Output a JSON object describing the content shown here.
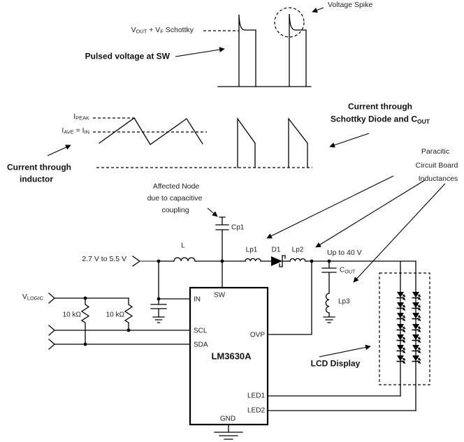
{
  "colors": {
    "ink": "#000000",
    "gray_wire": "#8c8c8c",
    "background": "#ffffff"
  },
  "icons": {
    "arrowhead-icon": "filled triangle ➤",
    "ground-icon": "three shrinking bars ⏚",
    "connector-chevron-icon": "open chevron ❯",
    "inductor-icon": "coil of semicircle arcs",
    "capacitor-icon": "two parallel plates",
    "schottky-diode-icon": "filled triangle with hooked cathode bar",
    "led-icon": "down triangle with bar and two emission arrows",
    "resistor-icon": "zigzag"
  },
  "waveforms": {
    "sw": {
      "level": {
        "p1": "V",
        "s1": "OUT",
        "p2": " + V",
        "s2": "F",
        "p3": " Schottky"
      },
      "title": "Pulsed voltage at SW",
      "spike": "Voltage Spike"
    },
    "inductor": {
      "peak": {
        "p1": "I",
        "s1": "PEAK"
      },
      "ave": {
        "p1": "I",
        "s1": "AVE",
        "p2": " = I",
        "s2": "IN"
      },
      "title1": "Current through",
      "title2": "inductor"
    },
    "schottky": {
      "title1": "Current through",
      "title2": {
        "p1": "Schottky Diode and C",
        "s1": "OUT"
      }
    }
  },
  "notes": {
    "parasitic1": "Paracitic",
    "parasitic2": "Circuit Board",
    "parasitic3": "Inductances",
    "affected1": "Affected Node",
    "affected2": "due to capacitive",
    "affected3": "coupling",
    "lcd": "LCD Display",
    "up_to": "Up to 40 V"
  },
  "circuit": {
    "input_range": "2.7 V to 5.5 V",
    "vlogic": {
      "p1": "V",
      "s1": "LOGIC"
    },
    "r1": "10 kΩ",
    "r2": "10 kΩ",
    "l": "L",
    "cp1": "Cp1",
    "lp1": "Lp1",
    "d1": "D1",
    "lp2": "Lp2",
    "lp3": "Lp3",
    "cout": {
      "p1": "C",
      "s1": "OUT"
    },
    "ic": {
      "part": "LM3630A",
      "pin_sw": "SW",
      "pin_in": "IN",
      "pin_scl": "SCL",
      "pin_sda": "SDA",
      "pin_ovp": "OVP",
      "pin_led1": "LED1",
      "pin_led2": "LED2",
      "pin_gnd": "GND"
    }
  }
}
